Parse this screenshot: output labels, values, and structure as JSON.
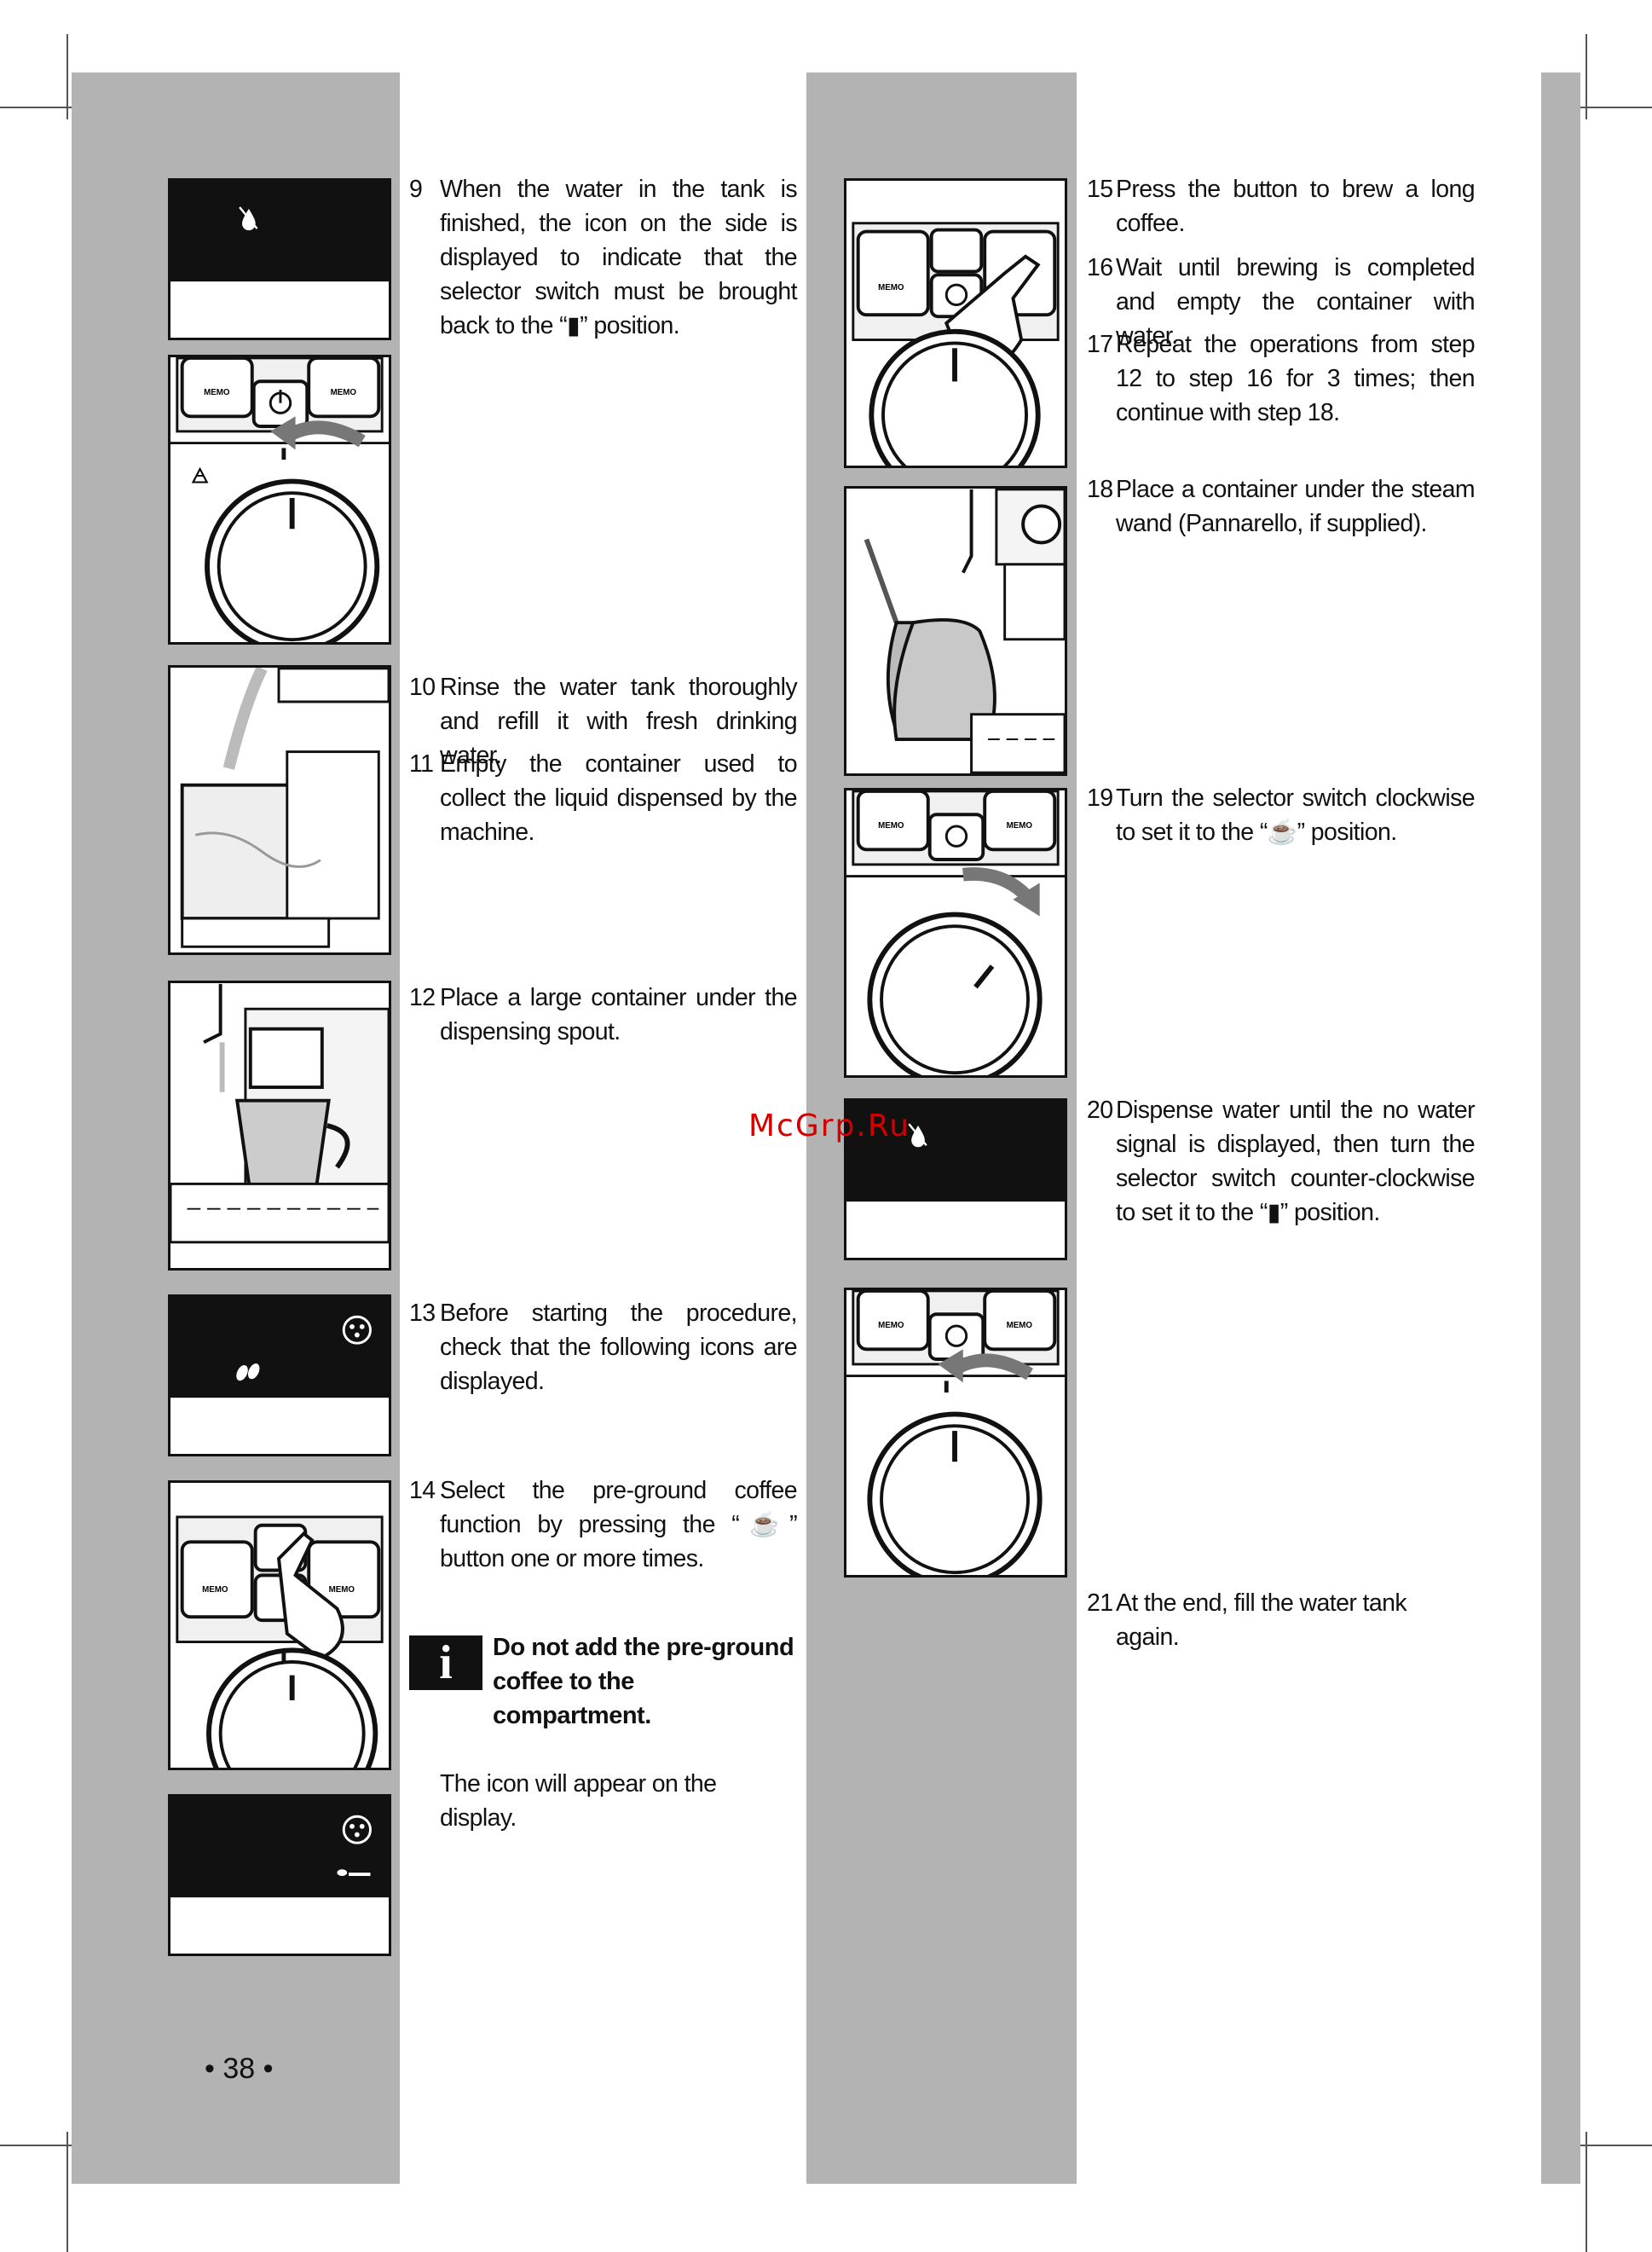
{
  "page": {
    "page_number": "• 38 •",
    "watermark": "McGrp.Ru"
  },
  "steps": {
    "s9": {
      "num": "9",
      "text": "When the water in the tank is finished, the icon on the side is displayed to indicate that the selector switch must be brought back to the “▮” position."
    },
    "s10": {
      "num": "10",
      "text": "Rinse the water tank thoroughly and refill it with fresh drinking water."
    },
    "s11": {
      "num": "11",
      "text": "Empty the container used to collect the liquid dispensed by the machine."
    },
    "s12": {
      "num": "12",
      "text": "Place a large container under the dispensing spout."
    },
    "s13": {
      "num": "13",
      "text": "Before starting the procedure, check that the following icons are displayed."
    },
    "s14": {
      "num": "14",
      "text": "Select the pre-ground coffee function by pressing the “☕” button one or more times."
    },
    "note": "Do not add the pre-ground coffee to the compartment.",
    "note_icon": "i",
    "icon_appears": "The icon will appear on the display.",
    "s15": {
      "num": "15",
      "text": "Press the button to brew a long coffee."
    },
    "s16": {
      "num": "16",
      "text": "Wait until brewing is completed and empty the container with water."
    },
    "s17": {
      "num": "17",
      "text": "Repeat the operations from step 12 to step 16 for 3 times; then continue with step 18."
    },
    "s18": {
      "num": "18",
      "text": "Place a container under the steam wand (Pannarello, if supplied)."
    },
    "s19": {
      "num": "19",
      "text": "Turn the selector switch clockwise to set it to the “☕” position."
    },
    "s20": {
      "num": "20",
      "text": "Dispense water until the no water signal is displayed, then turn the selector switch counter-clockwise to set it to the “▮” position."
    },
    "s21": {
      "num": "21",
      "text": "At the end, fill the water tank again."
    }
  },
  "figures": {
    "memo_label": "MEMO",
    "icons": [
      "no-water-icon",
      "power-icon",
      "steam-icon",
      "hot-water-icon",
      "descale-icon",
      "coffee-bean-icon",
      "pre-ground-icon",
      "hand-icon",
      "arrow-icon"
    ]
  },
  "colors": {
    "band": "#b3b3b3",
    "display": "#111111",
    "watermark": "#d40000"
  }
}
